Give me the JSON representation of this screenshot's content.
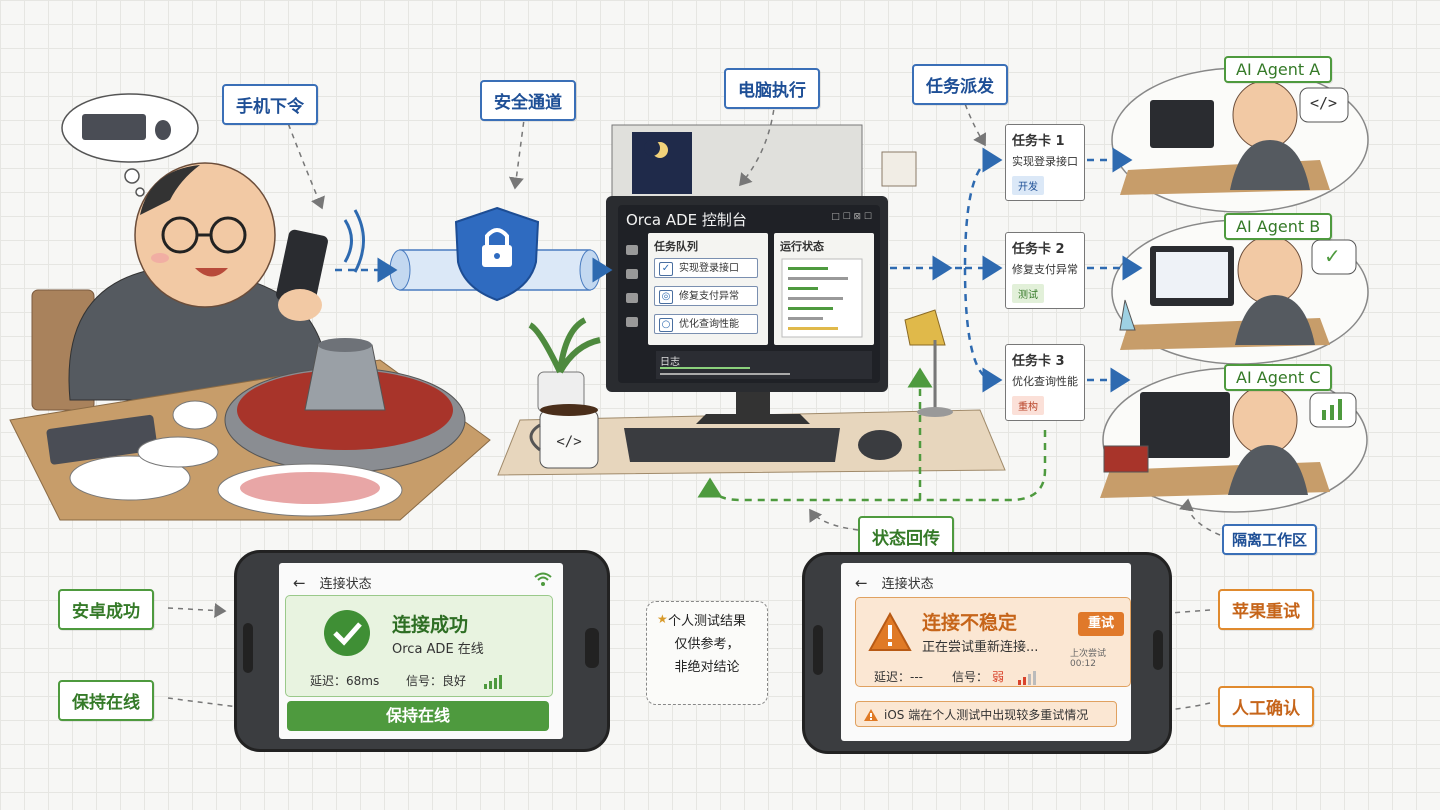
{
  "labels": {
    "phone_command": "手机下令",
    "secure_channel": "安全通道",
    "pc_execute": "电脑执行",
    "task_dispatch": "任务派发",
    "status_return": "状态回传",
    "isolated_workspace": "隔离工作区",
    "android_success": "安卓成功",
    "keep_online": "保持在线",
    "apple_retry": "苹果重试",
    "manual_confirm": "人工确认"
  },
  "monitor": {
    "title": "Orca ADE 控制台",
    "controls": "□ ☐ ⊠ ☐",
    "queue_header": "任务队列",
    "status_header": "运行状态",
    "log_header": "日志",
    "tasks": [
      "实现登录接口",
      "修复支付异常",
      "优化查询性能"
    ]
  },
  "task_cards": [
    {
      "title": "任务卡 1",
      "desc": "实现登录接口",
      "tag": "开发"
    },
    {
      "title": "任务卡 2",
      "desc": "修复支付异常",
      "tag": "测试"
    },
    {
      "title": "任务卡 3",
      "desc": "优化查询性能",
      "tag": "重构"
    }
  ],
  "agents": [
    "AI Agent A",
    "AI Agent B",
    "AI Agent C"
  ],
  "agent_bubbles": [
    "</>",
    "✓",
    ""
  ],
  "android": {
    "header": "连接状态",
    "title": "连接成功",
    "subtitle": "Orca ADE 在线",
    "latency_label": "延迟：68ms",
    "signal_label": "信号：良好",
    "button": "保持在线"
  },
  "ios": {
    "header": "连接状态",
    "title": "连接不稳定",
    "subtitle": "正在尝试重新连接...",
    "retry_button": "重试",
    "last_try": "上次尝试 00:12",
    "latency_label": "延迟：---",
    "signal_label": "信号：",
    "signal_value": "弱",
    "warning": "iOS 端在个人测试中出现较多重试情况"
  },
  "note": {
    "line1": "个人测试结果",
    "line2": "仅供参考，",
    "line3": "非绝对结论"
  },
  "mug_code": "</>",
  "colors": {
    "blue": "#3a6fb7",
    "green": "#4e9a3e",
    "orange": "#e08a2e",
    "warn_red": "#d9432b"
  }
}
